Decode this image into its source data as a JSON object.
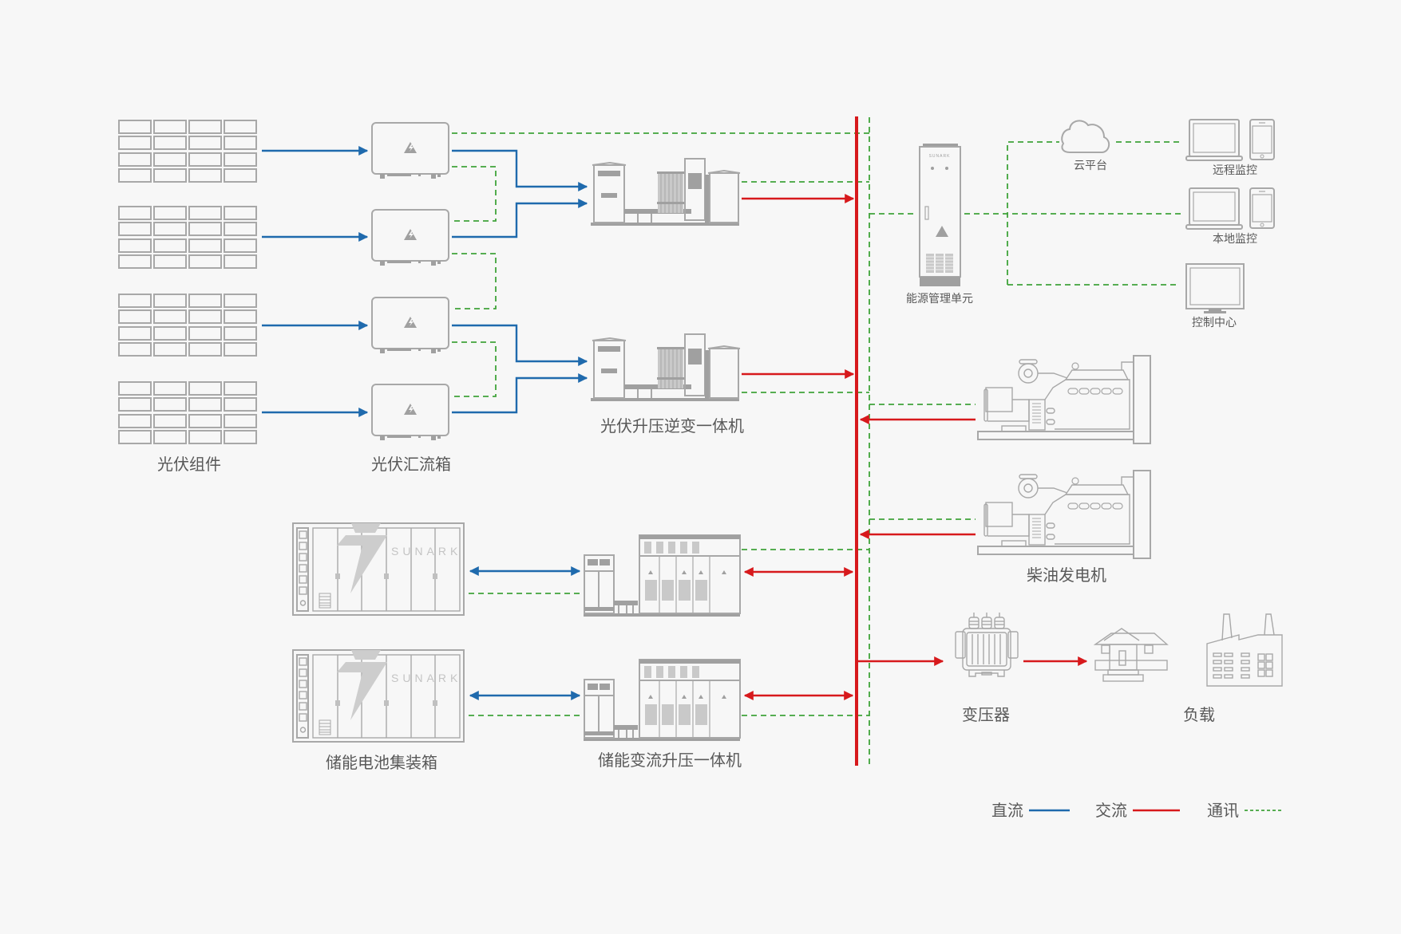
{
  "diagram": {
    "type": "system-topology",
    "brand_mark": "SUNARK",
    "labels": {
      "pv_modules": "光伏组件",
      "pv_combiner": "光伏汇流箱",
      "pv_inverter_skid": "光伏升压逆变一体机",
      "battery_container": "储能电池集装箱",
      "storage_pcs_skid": "储能变流升压一体机",
      "ems": "能源管理单元",
      "cloud": "云平台",
      "remote_monitor": "远程监控",
      "local_monitor": "本地监控",
      "control_center": "控制中心",
      "diesel_generator": "柴油发电机",
      "transformer": "变压器",
      "load": "负载"
    },
    "legend": [
      {
        "label": "直流",
        "kind": "dc",
        "color": "#1f6aad"
      },
      {
        "label": "交流",
        "kind": "ac",
        "color": "#d7191c"
      },
      {
        "label": "通讯",
        "kind": "comm",
        "color": "#3fa33a"
      }
    ],
    "colors": {
      "dc": "#1f6aad",
      "ac": "#d7191c",
      "comm": "#3fa33a",
      "equipment": "#a8a8a8",
      "text": "#595959",
      "background": "#f7f7f7"
    },
    "counts": {
      "pv_module_groups": 4,
      "combiner_boxes": 4,
      "pv_inverter_skids": 2,
      "battery_containers": 2,
      "storage_pcs_skids": 2,
      "diesel_generators": 2
    }
  }
}
